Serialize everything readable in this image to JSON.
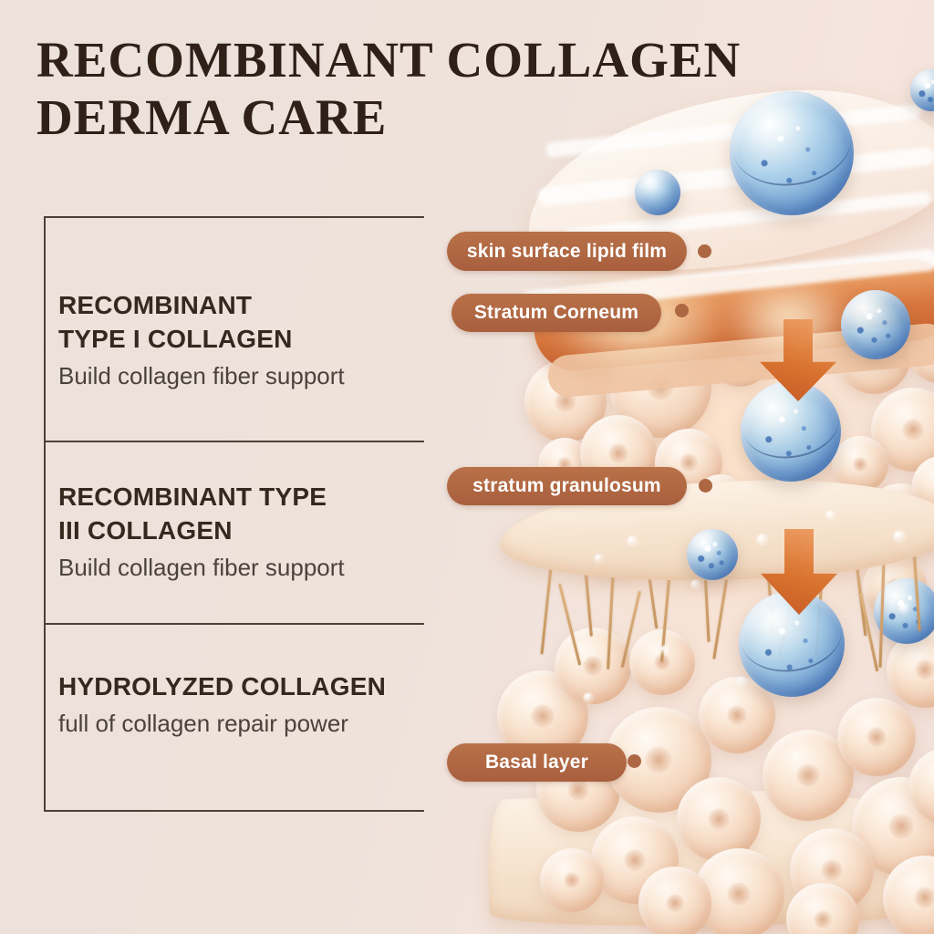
{
  "title": {
    "line1": "RECOMBINANT COLLAGEN",
    "line2": "DERMA CARE"
  },
  "info_panel": {
    "sections": [
      {
        "heading_line1": "RECOMBINANT",
        "heading_line2": "TYPE I COLLAGEN",
        "description": "Build collagen fiber support"
      },
      {
        "heading_line1": "RECOMBINANT TYPE",
        "heading_line2": "III COLLAGEN",
        "description": "Build collagen fiber support"
      },
      {
        "heading_line1": "HYDROLYZED COLLAGEN",
        "heading_line2": "",
        "description": "full of collagen repair power"
      }
    ]
  },
  "diagram": {
    "labels": [
      {
        "text": "skin surface lipid film"
      },
      {
        "text": "Stratum Corneum"
      },
      {
        "text": "stratum granulosum"
      },
      {
        "text": "Basal layer"
      }
    ]
  },
  "icons": {
    "label_dot": "circle-dot",
    "penetration_arrow": "arrow-down"
  },
  "colors": {
    "background": "#ece1da",
    "title_text": "#2f2018",
    "heading_text": "#33291f",
    "body_text": "#4b423b",
    "panel_line": "#4c4037",
    "label_pill": "#b26a46",
    "arrow_orange": "#cd6630",
    "serum_sphere_blue": "#74a6d6",
    "skin_cell_peach": "#f3d3ba"
  }
}
